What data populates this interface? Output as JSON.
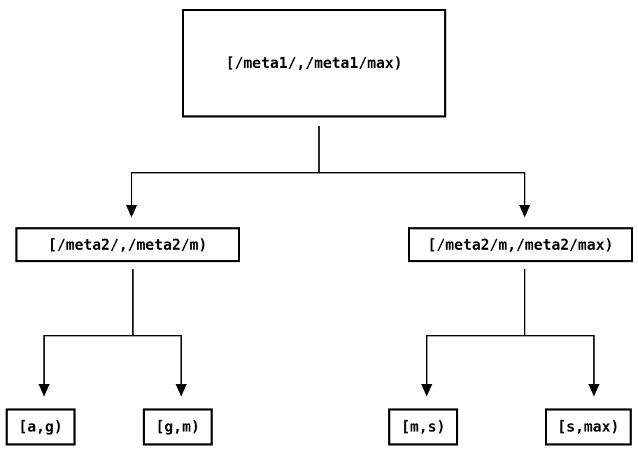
{
  "colors": {
    "background": "#ffffff",
    "line": "#000000",
    "text": "#000000"
  },
  "tree": {
    "label": "[/meta1/,/meta1/max)",
    "children": [
      {
        "label": "[/meta2/,/meta2/m)",
        "children": [
          {
            "label": "[a,g)"
          },
          {
            "label": "[g,m)"
          }
        ]
      },
      {
        "label": "[/meta2/m,/meta2/max)",
        "children": [
          {
            "label": "[m,s)"
          },
          {
            "label": "[s,max)"
          }
        ]
      }
    ]
  }
}
